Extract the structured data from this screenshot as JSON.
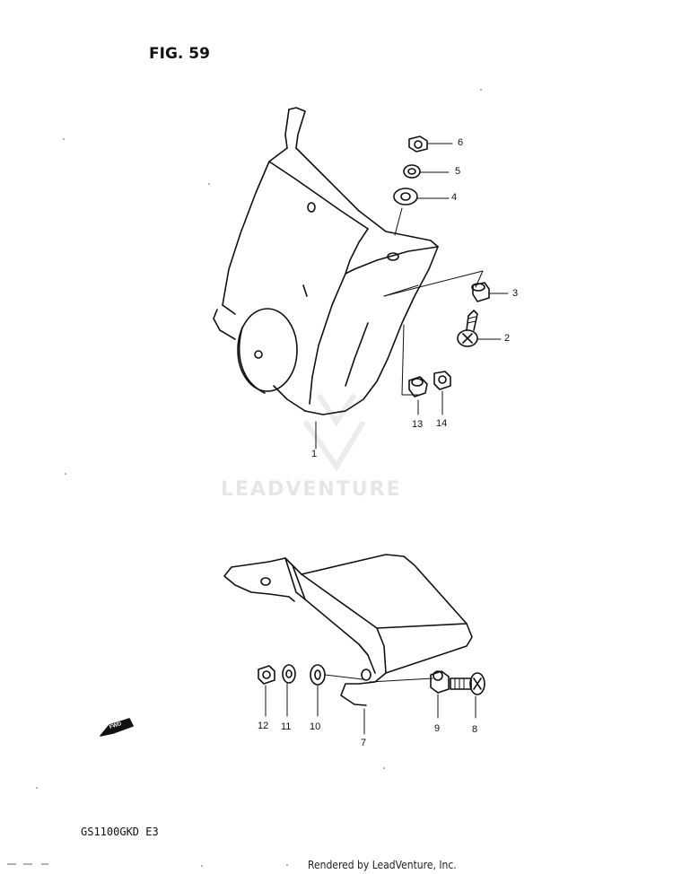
{
  "header": {
    "figure_title": "FIG. 59"
  },
  "footer": {
    "model_code": "GS1100GKD  E3",
    "rendered_by": "Rendered by LeadVenture, Inc."
  },
  "watermark": {
    "text": "LEADVENTURE"
  },
  "fwd_marker": {
    "label": "FWD"
  },
  "callouts": {
    "c1": "1",
    "c2": "2",
    "c3": "3",
    "c4": "4",
    "c5": "5",
    "c6": "6",
    "c7": "7",
    "c8": "8",
    "c9": "9",
    "c10": "10",
    "c11": "11",
    "c12": "12",
    "c13": "13",
    "c14": "14"
  },
  "colors": {
    "ink": "#111111",
    "watermark": "#e6e6e6"
  }
}
